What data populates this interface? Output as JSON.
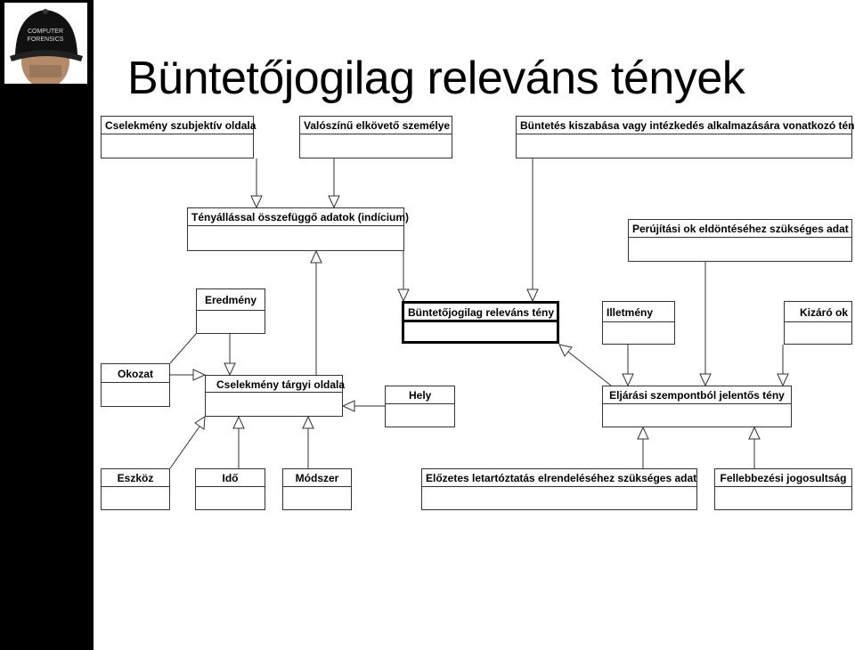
{
  "title": "Büntetőjogilag releváns tények",
  "logo": {
    "icon": "forensics-cap-icon",
    "text": "COMPUTER FORENSICS"
  },
  "nodes": {
    "cs_szubj": "Cselekmény szubjektív oldala",
    "elkoveto": "Valószínű elkövető személye",
    "buntetes": "Büntetés kiszabása vagy intézkedés alkalmazására vonatkozó tény",
    "indicium": "Tényállással összefüggő adatok (indícium)",
    "perujitas": "Perújítási ok eldöntéséhez szükséges adat",
    "eredmeny": "Eredmény",
    "releváns": "Büntetőjogilag releváns tény",
    "illetmeny": "Illetmény",
    "kizaro": "Kizáró ok",
    "okozat": "Okozat",
    "cs_targyi": "Cselekmény tárgyi oldala",
    "hely": "Hely",
    "eljarasi": "Eljárási szempontból jelentős tény",
    "eszkoz": "Eszköz",
    "ido": "Idő",
    "modszer": "Módszer",
    "elozetes": "Előzetes letartóztatás elrendeléséhez szükséges adat",
    "fellebbezes": "Fellebbezési jogosultság"
  }
}
